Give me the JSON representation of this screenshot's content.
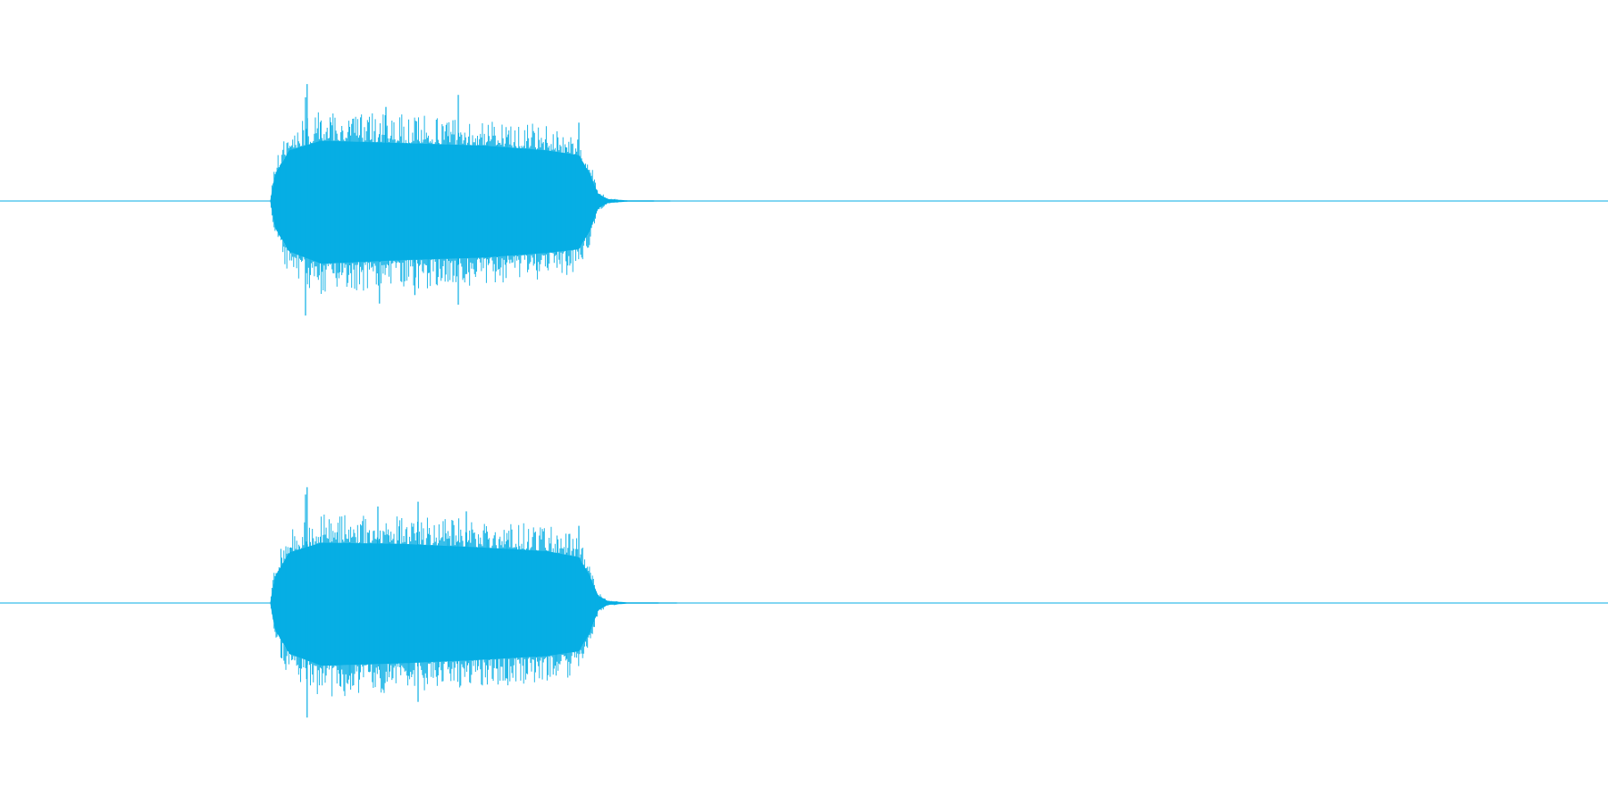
{
  "colors": {
    "background": "#ffffff",
    "waveform": "#06aee4"
  },
  "chart_data": {
    "type": "area",
    "title": "",
    "xlabel": "",
    "ylabel": "",
    "grid": false,
    "legend": "none",
    "ylim": [
      -1,
      1
    ],
    "series": [
      {
        "envelope": {
          "x": [
            0.0,
            0.168,
            0.171,
            0.18,
            0.2,
            0.25,
            0.3,
            0.34,
            0.36,
            0.367,
            0.372,
            0.378,
            0.39,
            0.445,
            1.0
          ],
          "upper": [
            0.0,
            0.0,
            0.22,
            0.42,
            0.5,
            0.48,
            0.46,
            0.42,
            0.38,
            0.22,
            0.06,
            0.015,
            0.006,
            0.002,
            0.0
          ],
          "lower": [
            0.0,
            0.0,
            -0.22,
            -0.42,
            -0.52,
            -0.49,
            -0.47,
            -0.43,
            -0.4,
            -0.24,
            -0.06,
            -0.015,
            -0.006,
            -0.002,
            0.0
          ]
        },
        "peaks": {
          "x": [
            0.191,
            0.19,
            0.285,
            0.24,
            0.236,
            0.36,
            0.19,
            0.285,
            0.258
          ],
          "y": [
            0.97,
            -0.95,
            0.88,
            0.78,
            -0.85,
            0.65,
            0.86,
            -0.86,
            -0.78
          ]
        }
      },
      {
        "envelope": {
          "x": [
            0.0,
            0.168,
            0.171,
            0.18,
            0.2,
            0.25,
            0.3,
            0.34,
            0.36,
            0.367,
            0.372,
            0.378,
            0.39,
            0.455,
            1.0
          ],
          "upper": [
            0.0,
            0.0,
            0.22,
            0.42,
            0.5,
            0.49,
            0.46,
            0.43,
            0.38,
            0.22,
            0.06,
            0.015,
            0.006,
            0.002,
            0.0
          ],
          "lower": [
            0.0,
            0.0,
            -0.22,
            -0.42,
            -0.52,
            -0.5,
            -0.47,
            -0.44,
            -0.4,
            -0.24,
            -0.06,
            -0.015,
            -0.006,
            -0.002,
            0.0
          ]
        },
        "peaks": {
          "x": [
            0.191,
            0.191,
            0.26,
            0.26,
            0.36,
            0.235,
            0.29,
            0.19
          ],
          "y": [
            0.96,
            -0.95,
            0.84,
            -0.82,
            0.64,
            0.8,
            0.76,
            0.9
          ]
        }
      }
    ]
  }
}
